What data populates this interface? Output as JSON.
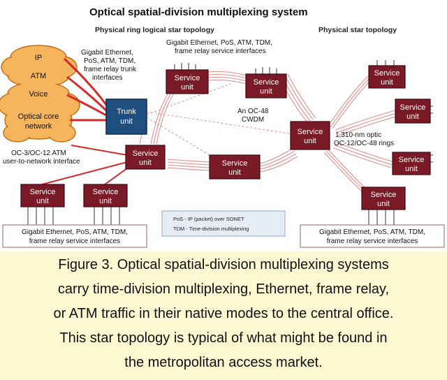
{
  "diagram": {
    "title": "Optical spatial-division multiplexing system",
    "left_heading": "Physical ring logical star topology",
    "right_heading": "Physical star topology",
    "cloud_labels": [
      "IP",
      "ATM",
      "Voice",
      "Optical core",
      "network"
    ],
    "trunk_unit": [
      "Trunk",
      "unit"
    ],
    "service_unit": [
      "Service",
      "unit"
    ],
    "trunk_interfaces_label": [
      "Gigabit Ethernet,",
      "PoS, ATM, TDM,",
      "frame relay trunk",
      "interfaces"
    ],
    "top_service_label": [
      "Gigabit Ethernet, PoS, ATM, TDM,",
      "frame relay service interfaces"
    ],
    "ring_label": [
      "An OC-48",
      "CWDM"
    ],
    "right_ring_label": [
      "1,310-nm optic",
      "OC-12/OC-48 rings"
    ],
    "atm_label": [
      "OC-3/OC-12 ATM",
      "user-to-network interface"
    ],
    "bottom_left_box": [
      "Gigabit Ethernet, PoS, ATM, TDM,",
      "frame relay service interfaces"
    ],
    "bottom_right_box": [
      "Gigabit Ethernet, PoS, ATM, TDM,",
      "frame relay service interfaces"
    ],
    "legend": [
      "PoS - IP (packet) over SONET",
      "TDM - Time-division multiplexing"
    ]
  },
  "caption": {
    "lines": [
      "Figure 3. Optical spatial-division multiplexing systems",
      "carry time-division multiplexing, Ethernet, frame relay,",
      "or ATM traffic in their native modes to the central office.",
      "This star topology is typical of what might be found in",
      "the metropolitan access market."
    ]
  },
  "colors": {
    "service_unit": "#7a1a26",
    "trunk_unit": "#1f4f7e",
    "cloud_fill": "#f6b45c",
    "red_link": "#d42a2a",
    "fiber": "#e88a8a",
    "caption_bg": "#fdf7d2"
  }
}
